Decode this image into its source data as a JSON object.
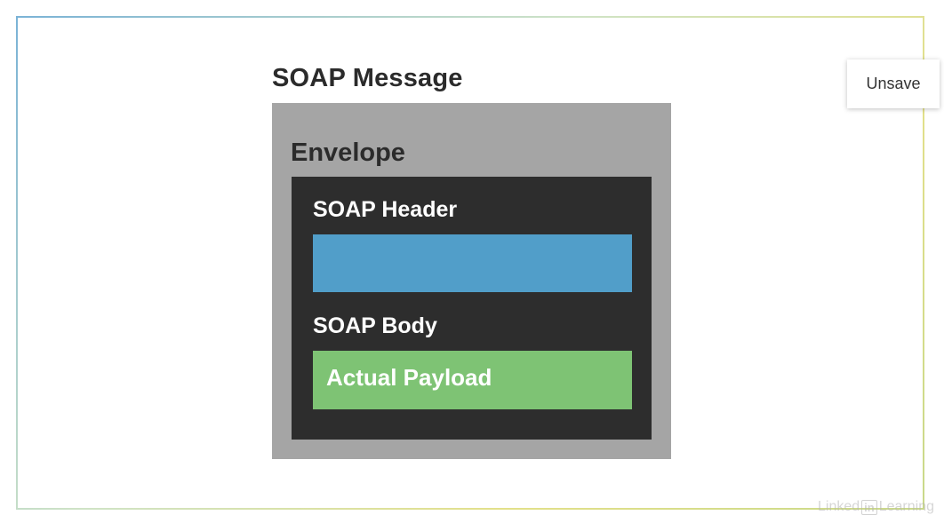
{
  "diagram": {
    "title": "SOAP Message",
    "envelope_label": "Envelope",
    "header_label": "SOAP Header",
    "body_label": "SOAP Body",
    "payload_label": "Actual Payload",
    "colors": {
      "envelope": "#a5a5a5",
      "inner": "#2d2d2d",
      "header_block": "#519ec9",
      "body_block": "#7ec374"
    }
  },
  "controls": {
    "unsave_label": "Unsave"
  },
  "watermark": {
    "left": "Linked",
    "logo": "in",
    "right": "Learning"
  }
}
